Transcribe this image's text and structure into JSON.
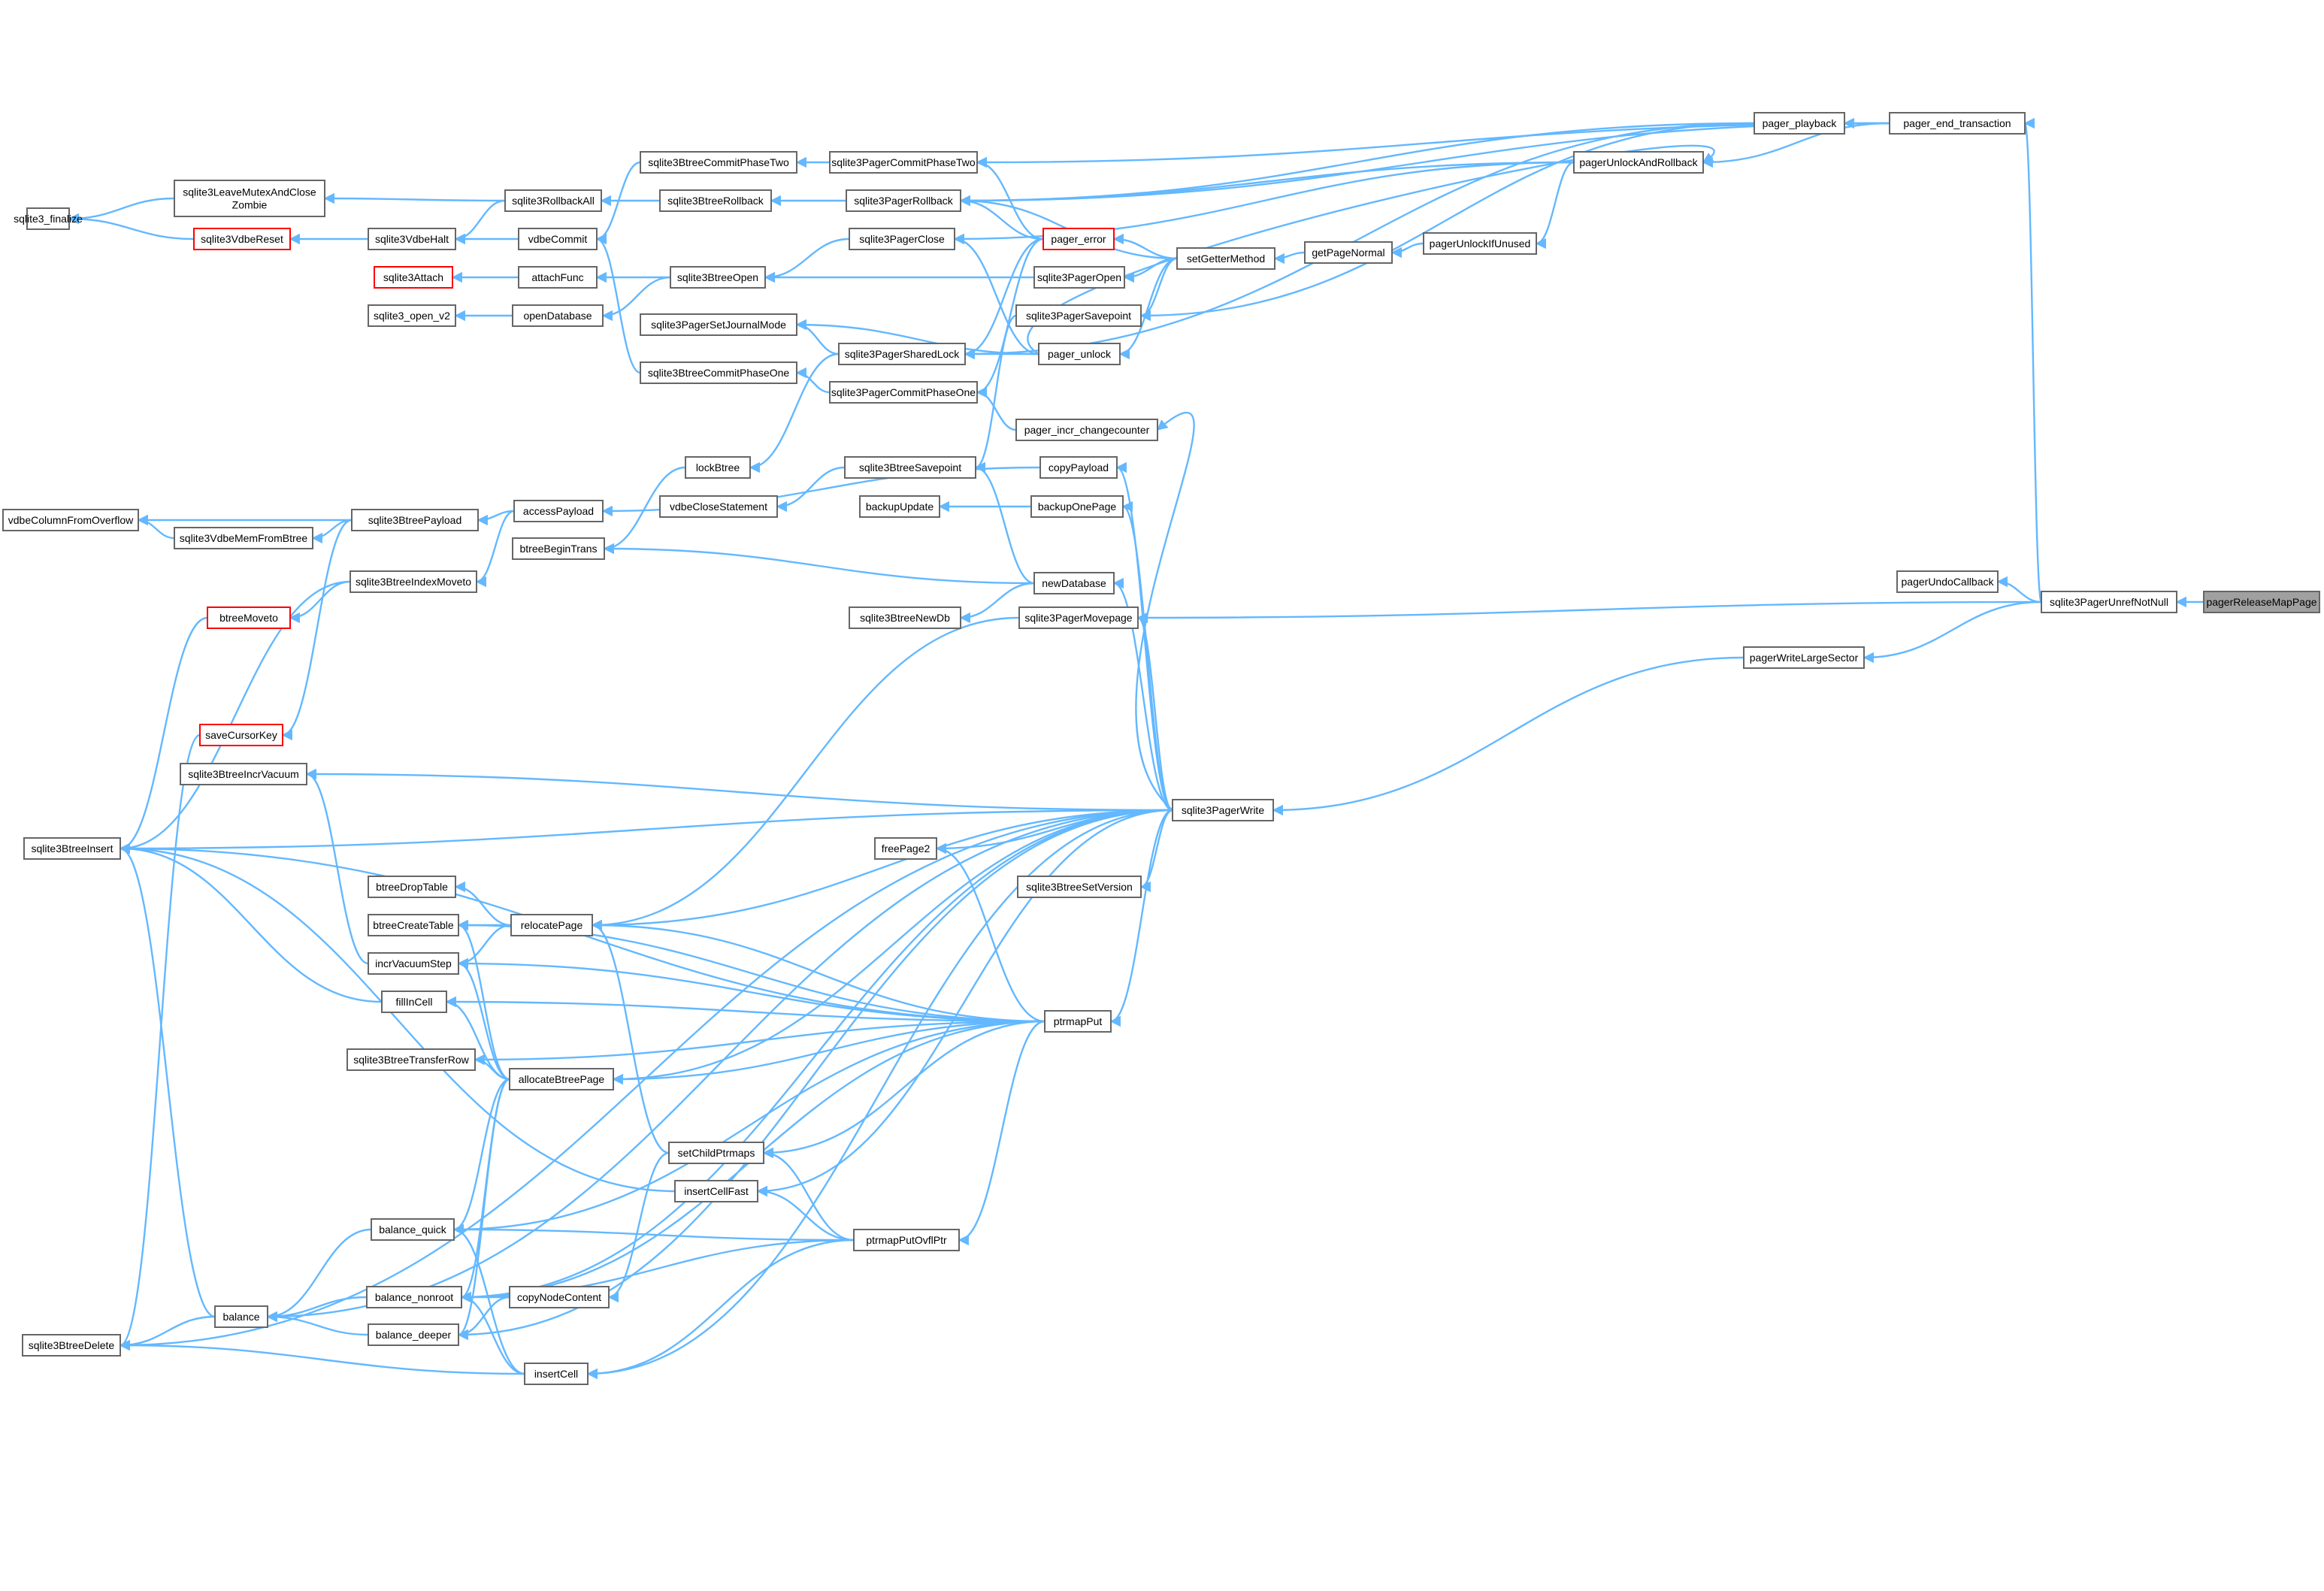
{
  "graph": {
    "title": "",
    "colors": {
      "edge": "#63b8ff",
      "box_border": "#666666",
      "highlight_border": "#ff0000",
      "root_fill": "#a0a0a0"
    },
    "root": "pagerReleaseMapPage",
    "nodes": {
      "sqlite3_finalize": "sqlite3_finalize",
      "sqlite3LeaveMutexAndCloseZombie": "sqlite3LeaveMutexAndClose\nZombie",
      "sqlite3VdbeReset": "sqlite3VdbeReset",
      "sqlite3VdbeHalt": "sqlite3VdbeHalt",
      "sqlite3RollbackAll": "sqlite3RollbackAll",
      "vdbeCommit": "vdbeCommit",
      "sqlite3BtreeCommitPhaseTwo": "sqlite3BtreeCommitPhaseTwo",
      "sqlite3PagerCommitPhaseTwo": "sqlite3PagerCommitPhaseTwo",
      "sqlite3BtreeRollback": "sqlite3BtreeRollback",
      "sqlite3PagerRollback": "sqlite3PagerRollback",
      "sqlite3PagerClose": "sqlite3PagerClose",
      "pager_error": "pager_error",
      "sqlite3Attach": "sqlite3Attach",
      "attachFunc": "attachFunc",
      "sqlite3BtreeOpen": "sqlite3BtreeOpen",
      "sqlite3PagerOpen": "sqlite3PagerOpen",
      "sqlite3_open_v2": "sqlite3_open_v2",
      "openDatabase": "openDatabase",
      "sqlite3PagerSavepoint": "sqlite3PagerSavepoint",
      "sqlite3PagerSetJournalMode": "sqlite3PagerSetJournalMode",
      "sqlite3PagerSharedLock": "sqlite3PagerSharedLock",
      "pager_unlock": "pager_unlock",
      "sqlite3BtreeCommitPhaseOne": "sqlite3BtreeCommitPhaseOne",
      "sqlite3PagerCommitPhaseOne": "sqlite3PagerCommitPhaseOne",
      "setGetterMethod": "setGetterMethod",
      "getPageNormal": "getPageNormal",
      "pagerUnlockIfUnused": "pagerUnlockIfUnused",
      "pagerUnlockAndRollback": "pagerUnlockAndRollback",
      "pager_playback": "pager_playback",
      "pager_end_transaction": "pager_end_transaction",
      "pager_incr_changecounter": "pager_incr_changecounter",
      "lockBtree": "lockBtree",
      "sqlite3BtreeSavepoint": "sqlite3BtreeSavepoint",
      "copyPayload": "copyPayload",
      "vdbeCloseStatement": "vdbeCloseStatement",
      "backupUpdate": "backupUpdate",
      "backupOnePage": "backupOnePage",
      "accessPayload": "accessPayload",
      "vdbeColumnFromOverflow": "vdbeColumnFromOverflow",
      "sqlite3BtreePayload": "sqlite3BtreePayload",
      "sqlite3VdbeMemFromBtree": "sqlite3VdbeMemFromBtree",
      "btreeBeginTrans": "btreeBeginTrans",
      "sqlite3BtreeIndexMoveto": "sqlite3BtreeIndexMoveto",
      "newDatabase": "newDatabase",
      "pagerUndoCallback": "pagerUndoCallback",
      "sqlite3PagerUnrefNotNull": "sqlite3PagerUnrefNotNull",
      "pagerReleaseMapPage": "pagerReleaseMapPage",
      "btreeMoveto": "btreeMoveto",
      "sqlite3BtreeNewDb": "sqlite3BtreeNewDb",
      "sqlite3PagerMovepage": "sqlite3PagerMovepage",
      "pagerWriteLargeSector": "pagerWriteLargeSector",
      "saveCursorKey": "saveCursorKey",
      "sqlite3BtreeIncrVacuum": "sqlite3BtreeIncrVacuum",
      "sqlite3PagerWrite": "sqlite3PagerWrite",
      "sqlite3BtreeInsert": "sqlite3BtreeInsert",
      "freePage2": "freePage2",
      "sqlite3BtreeSetVersion": "sqlite3BtreeSetVersion",
      "btreeDropTable": "btreeDropTable",
      "btreeCreateTable": "btreeCreateTable",
      "relocatePage": "relocatePage",
      "incrVacuumStep": "incrVacuumStep",
      "fillInCell": "fillInCell",
      "ptrmapPut": "ptrmapPut",
      "sqlite3BtreeTransferRow": "sqlite3BtreeTransferRow",
      "allocateBtreePage": "allocateBtreePage",
      "setChildPtrmaps": "setChildPtrmaps",
      "insertCellFast": "insertCellFast",
      "balance_quick": "balance_quick",
      "ptrmapPutOvflPtr": "ptrmapPutOvflPtr",
      "balance_nonroot": "balance_nonroot",
      "copyNodeContent": "copyNodeContent",
      "balance": "balance",
      "sqlite3BtreeDelete": "sqlite3BtreeDelete",
      "balance_deeper": "balance_deeper",
      "insertCell": "insertCell"
    },
    "highlighted": [
      "sqlite3VdbeReset",
      "pager_error",
      "sqlite3Attach",
      "btreeMoveto",
      "saveCursorKey"
    ],
    "edges": [
      [
        "sqlite3_finalize",
        "sqlite3LeaveMutexAndCloseZombie"
      ],
      [
        "sqlite3_finalize",
        "sqlite3VdbeReset"
      ],
      [
        "sqlite3LeaveMutexAndCloseZombie",
        "sqlite3RollbackAll"
      ],
      [
        "sqlite3VdbeReset",
        "sqlite3VdbeHalt"
      ],
      [
        "sqlite3VdbeHalt",
        "sqlite3RollbackAll"
      ],
      [
        "sqlite3VdbeHalt",
        "vdbeCommit"
      ],
      [
        "sqlite3RollbackAll",
        "sqlite3BtreeRollback"
      ],
      [
        "vdbeCommit",
        "sqlite3BtreeCommitPhaseTwo"
      ],
      [
        "vdbeCommit",
        "sqlite3BtreeCommitPhaseOne"
      ],
      [
        "sqlite3BtreeCommitPhaseTwo",
        "sqlite3PagerCommitPhaseTwo"
      ],
      [
        "sqlite3BtreeRollback",
        "sqlite3PagerRollback"
      ],
      [
        "sqlite3PagerCommitPhaseTwo",
        "pager_error"
      ],
      [
        "sqlite3PagerCommitPhaseTwo",
        "pager_end_transaction"
      ],
      [
        "sqlite3PagerRollback",
        "pager_playback"
      ],
      [
        "sqlite3PagerRollback",
        "pager_end_transaction"
      ],
      [
        "sqlite3PagerRollback",
        "pager_error"
      ],
      [
        "sqlite3PagerRollback",
        "setGetterMethod"
      ],
      [
        "sqlite3PagerRollback",
        "pagerUnlockAndRollback"
      ],
      [
        "sqlite3PagerClose",
        "pager_unlock"
      ],
      [
        "sqlite3PagerClose",
        "pagerUnlockAndRollback"
      ],
      [
        "pager_error",
        "setGetterMethod"
      ],
      [
        "sqlite3Attach",
        "attachFunc"
      ],
      [
        "attachFunc",
        "sqlite3BtreeOpen"
      ],
      [
        "sqlite3_open_v2",
        "openDatabase"
      ],
      [
        "openDatabase",
        "sqlite3BtreeOpen"
      ],
      [
        "sqlite3BtreeOpen",
        "sqlite3PagerClose"
      ],
      [
        "sqlite3BtreeOpen",
        "sqlite3PagerOpen"
      ],
      [
        "sqlite3PagerOpen",
        "setGetterMethod"
      ],
      [
        "sqlite3PagerSavepoint",
        "pager_playback"
      ],
      [
        "sqlite3PagerSavepoint",
        "setGetterMethod"
      ],
      [
        "sqlite3PagerSetJournalMode",
        "sqlite3PagerSharedLock"
      ],
      [
        "sqlite3PagerSetJournalMode",
        "pager_unlock"
      ],
      [
        "sqlite3PagerSharedLock",
        "pager_unlock"
      ],
      [
        "sqlite3PagerSharedLock",
        "pager_playback"
      ],
      [
        "sqlite3PagerSharedLock",
        "pager_error"
      ],
      [
        "pager_unlock",
        "setGetterMethod"
      ],
      [
        "sqlite3BtreeCommitPhaseOne",
        "sqlite3PagerCommitPhaseOne"
      ],
      [
        "sqlite3PagerCommitPhaseOne",
        "pager_incr_changecounter"
      ],
      [
        "sqlite3PagerCommitPhaseOne",
        "pager_error"
      ],
      [
        "setGetterMethod",
        "getPageNormal"
      ],
      [
        "getPageNormal",
        "pagerUnlockIfUnused"
      ],
      [
        "pagerUnlockIfUnused",
        "pagerUnlockAndRollback"
      ],
      [
        "pagerUnlockAndRollback",
        "pager_end_transaction"
      ],
      [
        "pagerUnlockAndRollback",
        "pager_unlock"
      ],
      [
        "pager_playback",
        "pager_end_transaction"
      ],
      [
        "pager_end_transaction",
        "sqlite3PagerUnrefNotNull"
      ],
      [
        "lockBtree",
        "sqlite3PagerSharedLock"
      ],
      [
        "sqlite3BtreeSavepoint",
        "sqlite3PagerSavepoint"
      ],
      [
        "sqlite3BtreeSavepoint",
        "newDatabase"
      ],
      [
        "vdbeCloseStatement",
        "sqlite3BtreeSavepoint"
      ],
      [
        "backupUpdate",
        "backupOnePage"
      ],
      [
        "pager_incr_changecounter",
        "sqlite3PagerWrite"
      ],
      [
        "copyPayload",
        "sqlite3PagerWrite"
      ],
      [
        "backupOnePage",
        "sqlite3PagerWrite"
      ],
      [
        "accessPayload",
        "copyPayload"
      ],
      [
        "vdbeColumnFromOverflow",
        "sqlite3BtreePayload"
      ],
      [
        "vdbeColumnFromOverflow",
        "sqlite3VdbeMemFromBtree"
      ],
      [
        "sqlite3VdbeMemFromBtree",
        "sqlite3BtreePayload"
      ],
      [
        "sqlite3BtreePayload",
        "accessPayload"
      ],
      [
        "sqlite3BtreeIndexMoveto",
        "accessPayload"
      ],
      [
        "btreeBeginTrans",
        "lockBtree"
      ],
      [
        "btreeBeginTrans",
        "newDatabase"
      ],
      [
        "newDatabase",
        "sqlite3PagerWrite"
      ],
      [
        "sqlite3BtreeNewDb",
        "newDatabase"
      ],
      [
        "pagerUndoCallback",
        "sqlite3PagerUnrefNotNull"
      ],
      [
        "sqlite3PagerUnrefNotNull",
        "pagerReleaseMapPage"
      ],
      [
        "btreeMoveto",
        "sqlite3BtreeIndexMoveto"
      ],
      [
        "sqlite3PagerMovepage",
        "sqlite3PagerWrite"
      ],
      [
        "sqlite3PagerMovepage",
        "sqlite3PagerUnrefNotNull"
      ],
      [
        "pagerWriteLargeSector",
        "sqlite3PagerUnrefNotNull"
      ],
      [
        "sqlite3PagerWrite",
        "pagerWriteLargeSector"
      ],
      [
        "saveCursorKey",
        "sqlite3BtreePayload"
      ],
      [
        "sqlite3BtreeIncrVacuum",
        "sqlite3PagerWrite"
      ],
      [
        "sqlite3BtreeIncrVacuum",
        "incrVacuumStep"
      ],
      [
        "sqlite3BtreeInsert",
        "btreeMoveto"
      ],
      [
        "sqlite3BtreeInsert",
        "sqlite3BtreeIndexMoveto"
      ],
      [
        "sqlite3BtreeInsert",
        "sqlite3PagerWrite"
      ],
      [
        "sqlite3BtreeInsert",
        "ptrmapPut"
      ],
      [
        "sqlite3BtreeInsert",
        "fillInCell"
      ],
      [
        "sqlite3BtreeInsert",
        "insertCellFast"
      ],
      [
        "sqlite3BtreeInsert",
        "balance"
      ],
      [
        "freePage2",
        "sqlite3PagerWrite"
      ],
      [
        "sqlite3BtreeSetVersion",
        "sqlite3PagerWrite"
      ],
      [
        "btreeDropTable",
        "relocatePage"
      ],
      [
        "btreeCreateTable",
        "relocatePage"
      ],
      [
        "btreeCreateTable",
        "ptrmapPut"
      ],
      [
        "btreeCreateTable",
        "allocateBtreePage"
      ],
      [
        "relocatePage",
        "sqlite3PagerMovepage"
      ],
      [
        "relocatePage",
        "sqlite3PagerWrite"
      ],
      [
        "relocatePage",
        "ptrmapPut"
      ],
      [
        "relocatePage",
        "setChildPtrmaps"
      ],
      [
        "incrVacuumStep",
        "relocatePage"
      ],
      [
        "incrVacuumStep",
        "allocateBtreePage"
      ],
      [
        "incrVacuumStep",
        "ptrmapPut"
      ],
      [
        "fillInCell",
        "allocateBtreePage"
      ],
      [
        "fillInCell",
        "ptrmapPut"
      ],
      [
        "ptrmapPut",
        "sqlite3PagerWrite"
      ],
      [
        "freePage2",
        "ptrmapPut"
      ],
      [
        "sqlite3BtreeTransferRow",
        "allocateBtreePage"
      ],
      [
        "sqlite3BtreeTransferRow",
        "ptrmapPut"
      ],
      [
        "allocateBtreePage",
        "sqlite3PagerWrite"
      ],
      [
        "allocateBtreePage",
        "ptrmapPut"
      ],
      [
        "setChildPtrmaps",
        "ptrmapPut"
      ],
      [
        "setChildPtrmaps",
        "ptrmapPutOvflPtr"
      ],
      [
        "insertCellFast",
        "ptrmapPutOvflPtr"
      ],
      [
        "insertCellFast",
        "sqlite3PagerWrite"
      ],
      [
        "ptrmapPutOvflPtr",
        "ptrmapPut"
      ],
      [
        "balance_quick",
        "allocateBtreePage"
      ],
      [
        "balance_quick",
        "ptrmapPut"
      ],
      [
        "balance_quick",
        "ptrmapPutOvflPtr"
      ],
      [
        "balance_quick",
        "insertCell"
      ],
      [
        "balance_nonroot",
        "allocateBtreePage"
      ],
      [
        "balance_nonroot",
        "sqlite3PagerWrite"
      ],
      [
        "balance_nonroot",
        "ptrmapPut"
      ],
      [
        "balance_nonroot",
        "ptrmapPutOvflPtr"
      ],
      [
        "balance_nonroot",
        "copyNodeContent"
      ],
      [
        "balance_nonroot",
        "insertCell"
      ],
      [
        "copyNodeContent",
        "setChildPtrmaps"
      ],
      [
        "balance",
        "balance_quick"
      ],
      [
        "balance",
        "balance_nonroot"
      ],
      [
        "balance",
        "balance_deeper"
      ],
      [
        "balance",
        "sqlite3PagerWrite"
      ],
      [
        "balance_deeper",
        "allocateBtreePage"
      ],
      [
        "balance_deeper",
        "copyNodeContent"
      ],
      [
        "balance_deeper",
        "sqlite3PagerWrite"
      ],
      [
        "sqlite3BtreeDelete",
        "balance"
      ],
      [
        "sqlite3BtreeDelete",
        "insertCell"
      ],
      [
        "sqlite3BtreeDelete",
        "saveCursorKey"
      ],
      [
        "sqlite3BtreeDelete",
        "sqlite3PagerWrite"
      ],
      [
        "insertCell",
        "ptrmapPutOvflPtr"
      ],
      [
        "insertCell",
        "sqlite3PagerWrite"
      ]
    ]
  }
}
